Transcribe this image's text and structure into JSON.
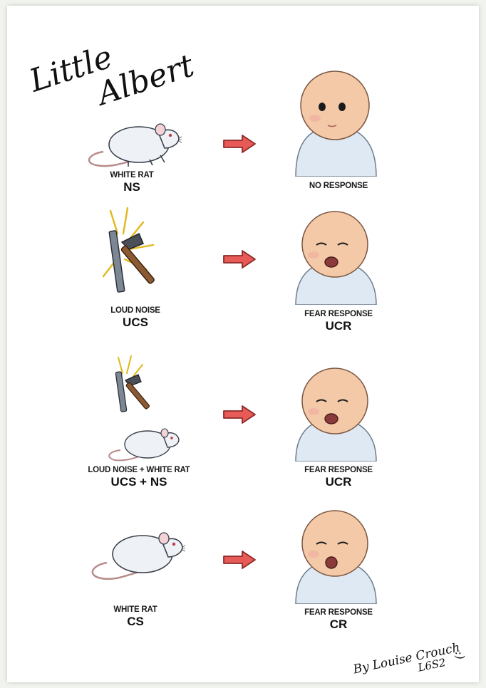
{
  "title": {
    "line1": "Little",
    "line2": "Albert"
  },
  "rows": [
    {
      "stimulus_label": "WHITE RAT",
      "stimulus_code": "NS",
      "response_label": "NO RESPONSE",
      "response_code": ""
    },
    {
      "stimulus_label": "LOUD NOISE",
      "stimulus_code": "UCS",
      "response_label": "FEAR RESPONSE",
      "response_code": "UCR"
    },
    {
      "stimulus_label": "LOUD NOISE + WHITE RAT",
      "stimulus_code": "UCS + NS",
      "response_label": "FEAR RESPONSE",
      "response_code": "UCR"
    },
    {
      "stimulus_label": "WHITE RAT",
      "stimulus_code": "CS",
      "response_label": "FEAR RESPONSE",
      "response_code": "CR"
    }
  ],
  "signature": {
    "line1": "By Louise Crouch",
    "line2": "L6S2",
    "smiley": ":)"
  },
  "colors": {
    "arrow_fill": "#e85a57",
    "arrow_stroke": "#8a2a28",
    "skin": "#f3c9a7",
    "blanket": "#dfe9f3",
    "rat": "#eef1f6"
  }
}
